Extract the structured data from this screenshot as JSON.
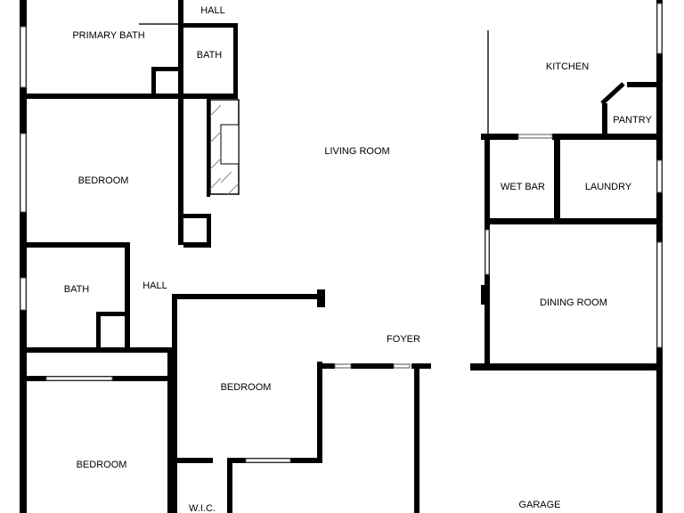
{
  "rooms": {
    "hall_top": "HALL",
    "primary_bath": "PRIMARY BATH",
    "bath_top": "BATH",
    "kitchen": "KITCHEN",
    "pantry": "PANTRY",
    "living_room": "LIVING ROOM",
    "bedroom_left_upper": "BEDROOM",
    "wet_bar": "WET BAR",
    "laundry": "LAUNDRY",
    "bath_left": "BATH",
    "hall_mid": "HALL",
    "dining_room": "DINING ROOM",
    "foyer": "FOYER",
    "bedroom_center": "BEDROOM",
    "bedroom_left_lower": "BEDROOM",
    "wic": "W.I.C.",
    "garage": "GARAGE"
  },
  "colors": {
    "wall": "#000000",
    "background": "#ffffff",
    "window": "#555555"
  }
}
